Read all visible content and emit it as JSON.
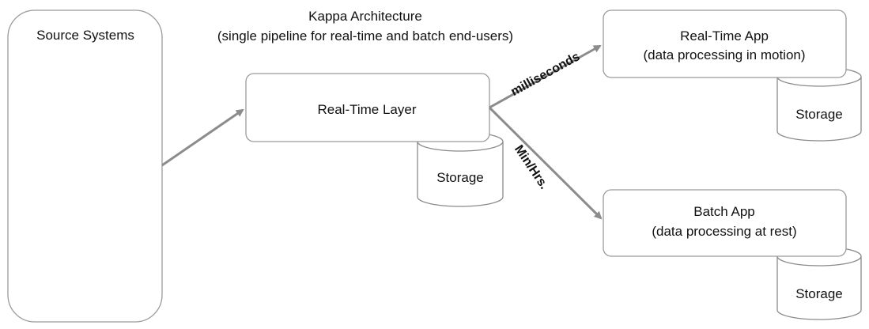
{
  "title": "Kappa Architecture",
  "subtitle": "(single pipeline for real-time and batch end-users)",
  "nodes": {
    "source": {
      "label": "Source Systems"
    },
    "realtime_layer": {
      "label": "Real-Time Layer"
    },
    "realtime_app": {
      "line1": "Real-Time App",
      "line2": "(data processing in motion)"
    },
    "batch_app": {
      "line1": "Batch App",
      "line2": "(data processing at rest)"
    }
  },
  "storage_label": "Storage",
  "edges": {
    "fast": "milliseconds",
    "slow": "Min/Hrs."
  },
  "colors": {
    "stroke": "#9a9a9a",
    "arrow": "#8c8c8c",
    "text": "#111111",
    "background": "#ffffff"
  }
}
